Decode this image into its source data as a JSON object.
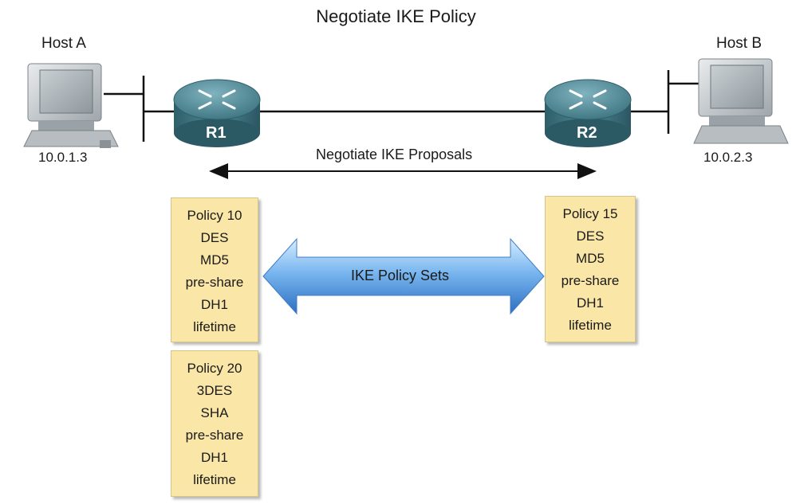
{
  "title": "Negotiate IKE Policy",
  "host_a": {
    "label": "Host A",
    "ip": "10.0.1.3"
  },
  "host_b": {
    "label": "Host B",
    "ip": "10.0.2.3"
  },
  "router_1": {
    "label": "R1"
  },
  "router_2": {
    "label": "R2"
  },
  "proposals_label": "Negotiate IKE Proposals",
  "policy_sets_label": "IKE Policy Sets",
  "colors": {
    "policy_box": "#fae6a6",
    "router_body": "#4f8b98",
    "policy_arrow": "#4a90d9"
  },
  "policies": {
    "r1_policy_10": [
      "Policy 10",
      "DES",
      "MD5",
      "pre-share",
      "DH1",
      "lifetime"
    ],
    "r1_policy_20": [
      "Policy 20",
      "3DES",
      "SHA",
      "pre-share",
      "DH1",
      "lifetime"
    ],
    "r2_policy_15": [
      "Policy 15",
      "DES",
      "MD5",
      "pre-share",
      "DH1",
      "lifetime"
    ]
  }
}
